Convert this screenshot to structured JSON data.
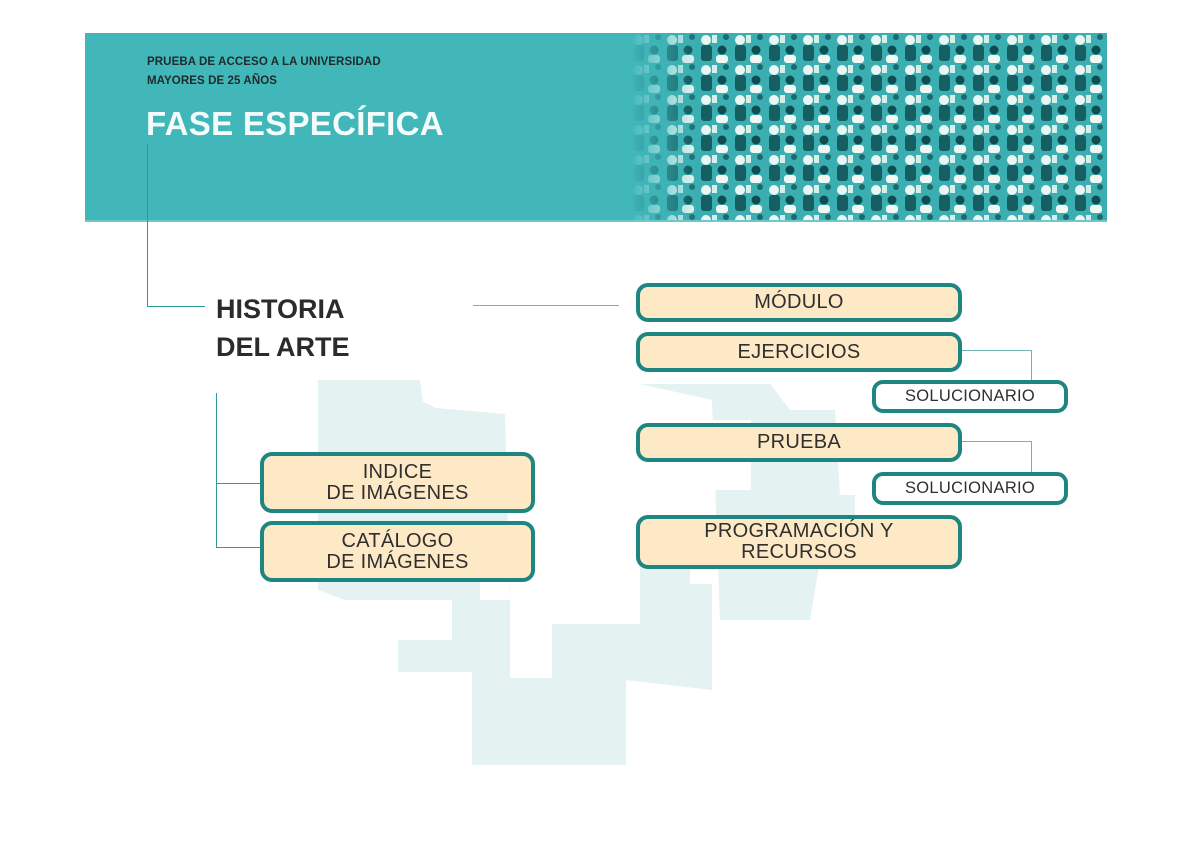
{
  "header": {
    "subtitle_line1": "PRUEBA DE ACCESO A LA UNIVERSIDAD",
    "subtitle_line2": "MAYORES DE 25 AÑOS",
    "title": "FASE ESPECÍFICA",
    "background_color": "#41b7ba",
    "image": "crowd-photo-teal-duotone"
  },
  "subject": {
    "line1": "HISTORIA",
    "line2": "DEL ARTE"
  },
  "left_links": [
    {
      "line1": "INDICE",
      "line2": "DE IMÁGENES"
    },
    {
      "line1": "CATÁLOGO",
      "line2": "DE IMÁGENES"
    }
  ],
  "right_links": {
    "modulo": "MÓDULO",
    "ejercicios": "EJERCICIOS",
    "ejercicios_solucionario": "SOLUCIONARIO",
    "prueba": "PRUEBA",
    "prueba_solucionario": "SOLUCIONARIO",
    "programacion_line1": "PROGRAMACIÓN Y",
    "programacion_line2": "RECURSOS"
  },
  "colors": {
    "box_fill": "#fde9c6",
    "box_border": "#1f8581",
    "connector": "#2b9a9b",
    "watermark": "#e3f1f1"
  }
}
